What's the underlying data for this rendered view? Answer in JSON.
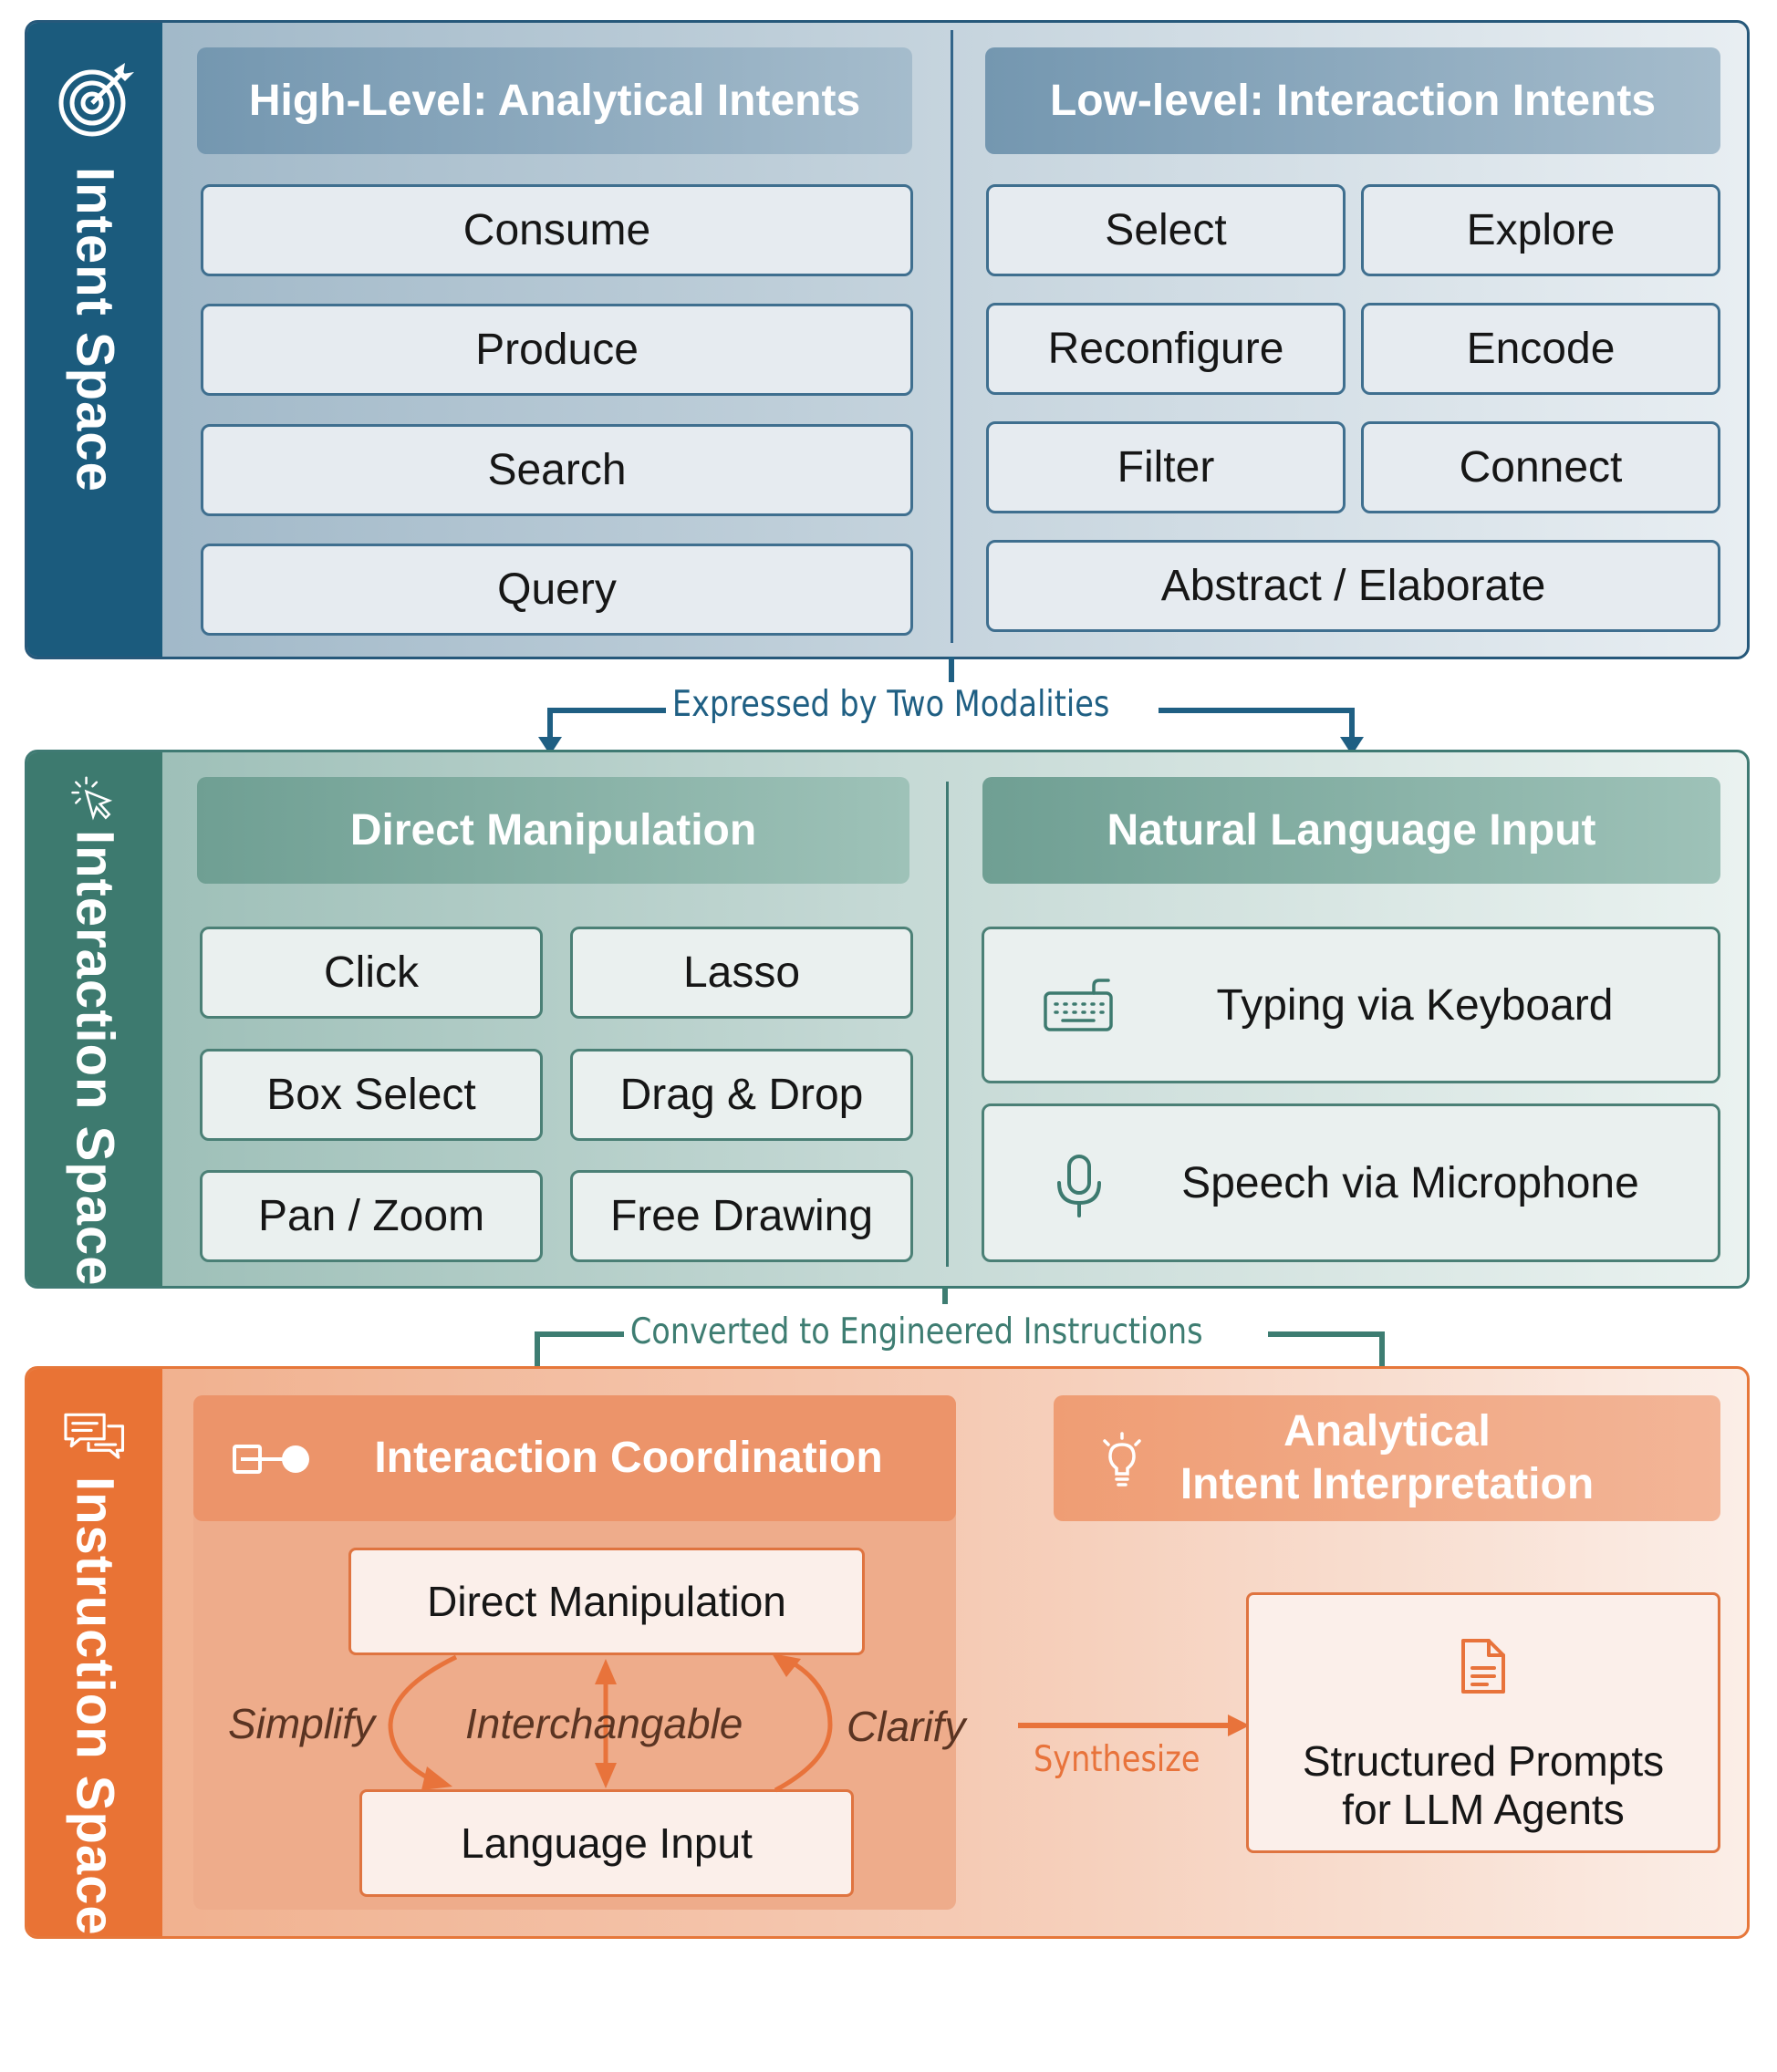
{
  "intent_space": {
    "title": "Intent Space",
    "high_level_header": "High-Level: Analytical Intents",
    "low_level_header": "Low-level: Interaction Intents",
    "high_level_items": [
      "Consume",
      "Produce",
      "Search",
      "Query"
    ],
    "low_level_items": [
      "Select",
      "Explore",
      "Reconfigure",
      "Encode",
      "Filter",
      "Connect",
      "Abstract / Elaborate"
    ],
    "icon": "target-icon"
  },
  "connector_1": {
    "label": "Expressed by Two Modalities",
    "color": "#1f5f83"
  },
  "interaction_space": {
    "title": "Interaction Space",
    "direct_header": "Direct Manipulation",
    "nl_header": "Natural Language Input",
    "direct_items": [
      "Click",
      "Lasso",
      "Box Select",
      "Drag & Drop",
      "Pan / Zoom",
      "Free Drawing"
    ],
    "nl_items": [
      {
        "label": "Typing via Keyboard",
        "icon": "keyboard-icon"
      },
      {
        "label": "Speech via Microphone",
        "icon": "microphone-icon"
      }
    ],
    "icon": "cursor-click-icon"
  },
  "connector_2": {
    "label": "Converted to Engineered Instructions",
    "color": "#3e7d72"
  },
  "instruction_space": {
    "title": "Instruction Space",
    "coordination_header": "Interaction Coordination",
    "interpretation_header_line1": "Analytical",
    "interpretation_header_line2": "Intent Interpretation",
    "direct_box": "Direct Manipulation",
    "language_box": "Language Input",
    "simplify": "Simplify",
    "interchangable": "Interchangable",
    "clarify": "Clarify",
    "synthesize": "Synthesize",
    "output_line1": "Structured Prompts",
    "output_line2": "for LLM Agents",
    "icon": "chat-bubbles-icon"
  },
  "colors": {
    "intent": "#1b5b7d",
    "interaction": "#3d7a6f",
    "instruction": "#e97335"
  }
}
